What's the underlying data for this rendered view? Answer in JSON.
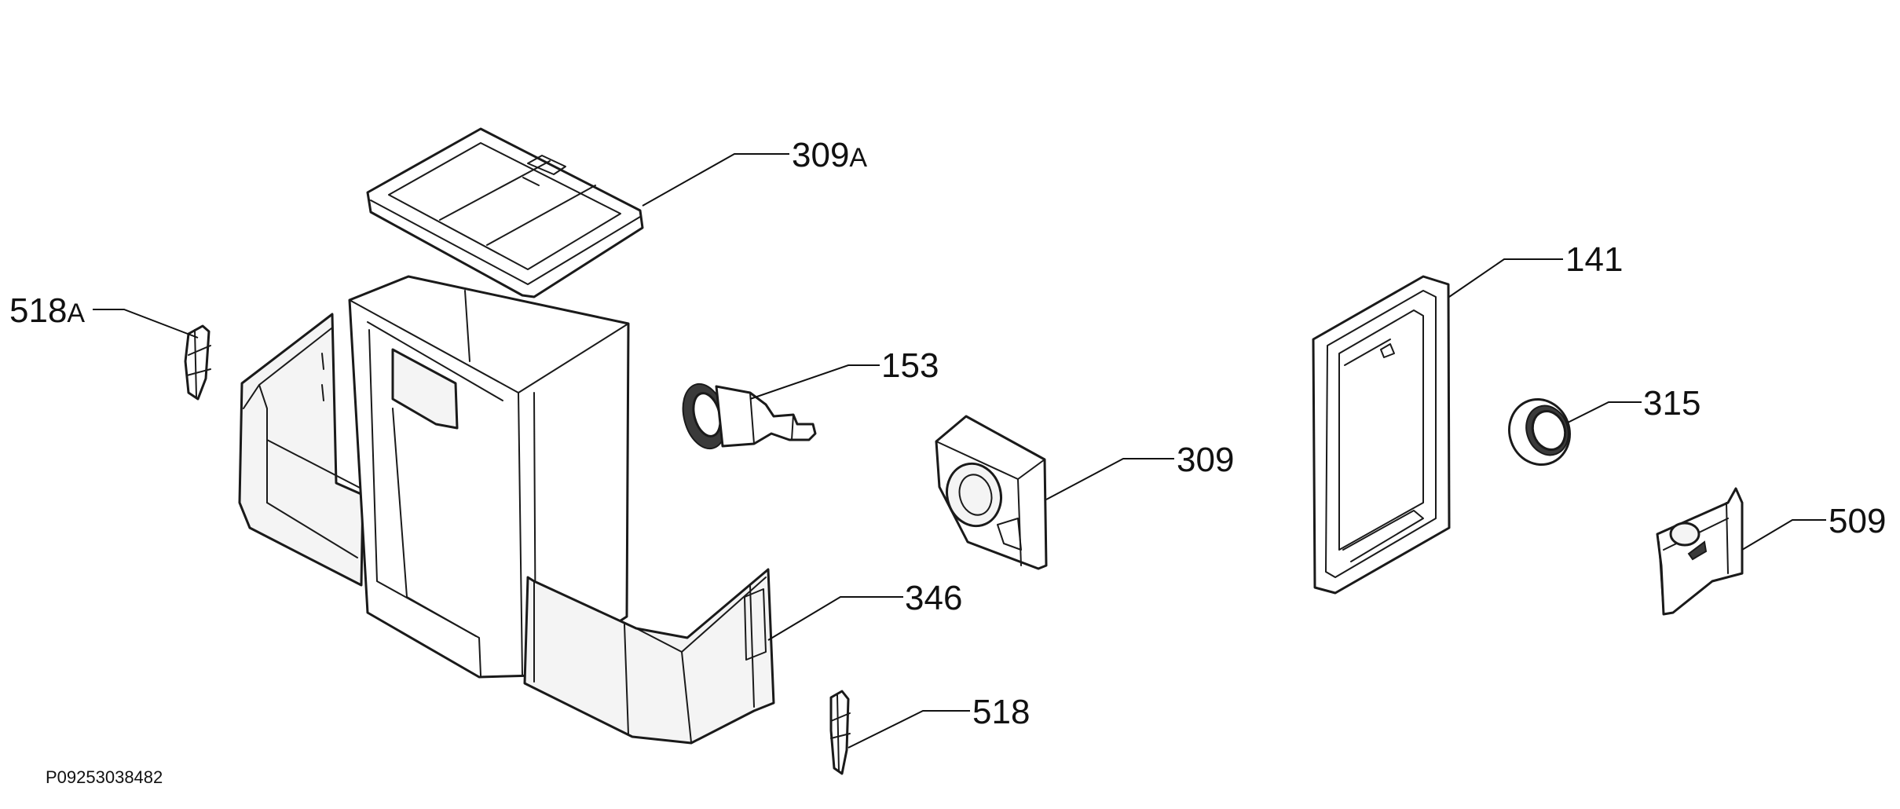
{
  "diagram": {
    "reference_code": "P09253038482",
    "callouts": {
      "c309a": {
        "number": "309",
        "suffix": "A"
      },
      "c518a": {
        "number": "518",
        "suffix": "A"
      },
      "c153": {
        "number": "153",
        "suffix": ""
      },
      "c309": {
        "number": "309",
        "suffix": ""
      },
      "c141": {
        "number": "141",
        "suffix": ""
      },
      "c315": {
        "number": "315",
        "suffix": ""
      },
      "c509": {
        "number": "509",
        "suffix": ""
      },
      "c346": {
        "number": "346",
        "suffix": ""
      },
      "c518": {
        "number": "518",
        "suffix": ""
      }
    }
  }
}
